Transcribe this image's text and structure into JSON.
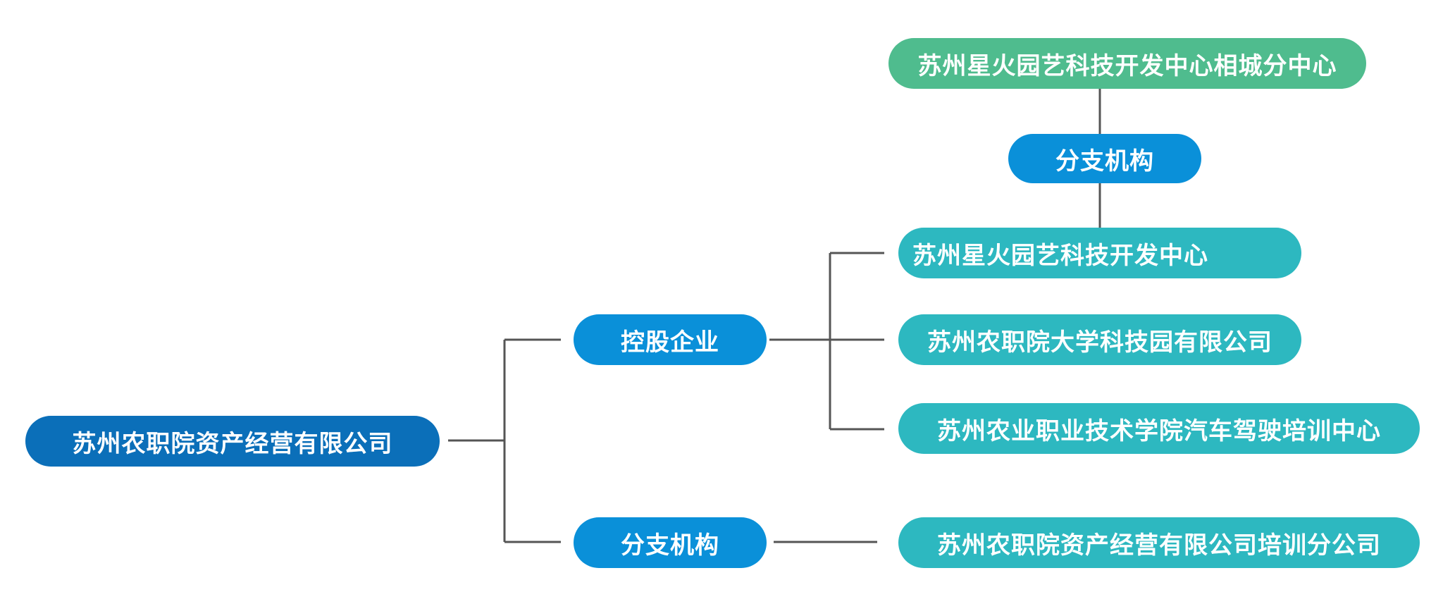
{
  "colors": {
    "root": "#0b6fb9",
    "category": "#0a90d9",
    "subsidiary": "#2db8c0",
    "branch_top": "#4fbc8e",
    "connector": "#555555"
  },
  "root": {
    "label": "苏州农职院资产经营有限公司"
  },
  "categories": [
    {
      "label": "控股企业"
    },
    {
      "label": "分支机构"
    }
  ],
  "holdings": [
    {
      "label": "苏州星火园艺科技开发中心"
    },
    {
      "label": "苏州农职院大学科技园有限公司"
    },
    {
      "label": "苏州农业职业技术学院汽车驾驶培训中心"
    }
  ],
  "branches": [
    {
      "label": "苏州农职院资产经营有限公司培训分公司"
    }
  ],
  "sub_branch": {
    "category_label": "分支机构",
    "item_label": "苏州星火园艺科技开发中心相城分中心"
  }
}
